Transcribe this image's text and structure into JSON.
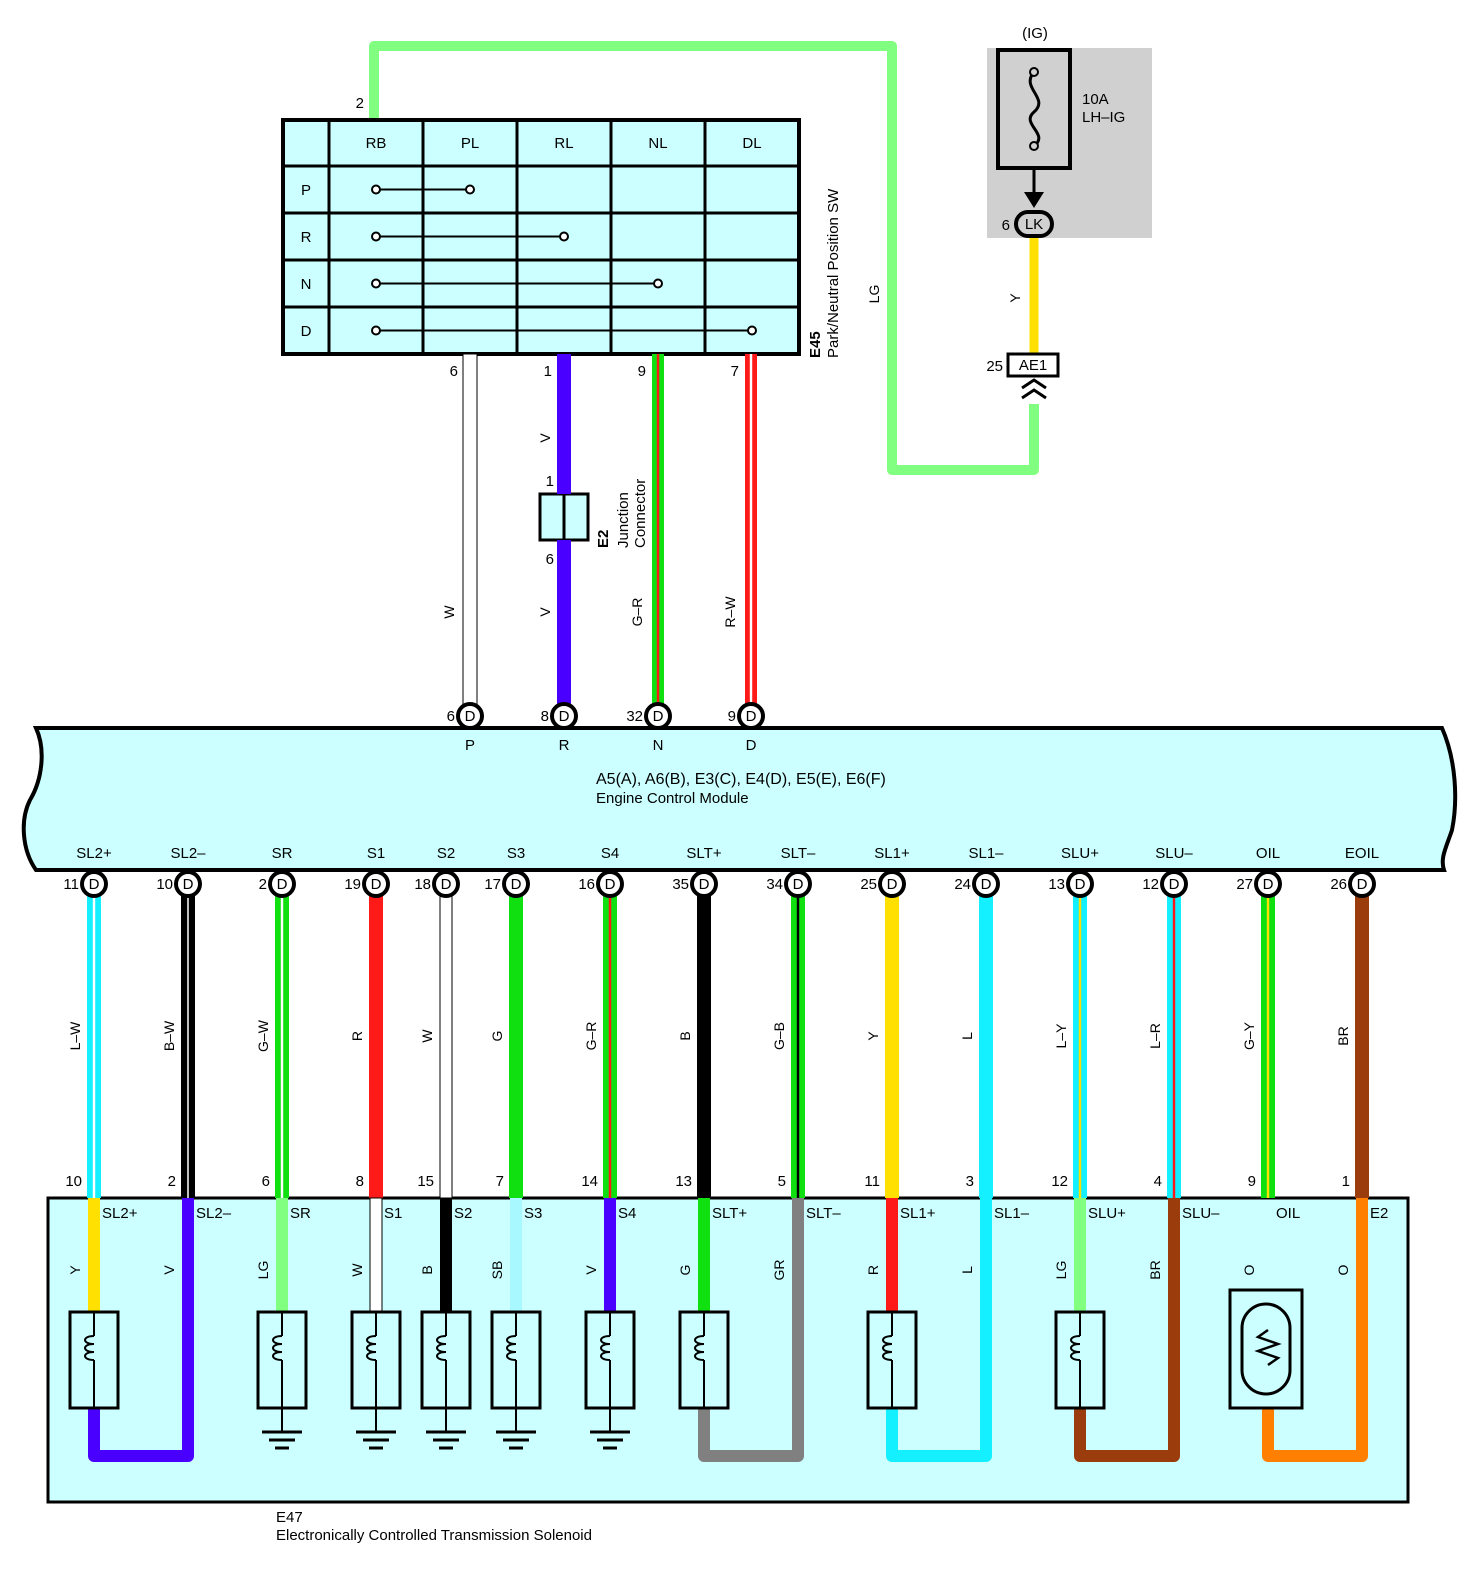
{
  "colors": {
    "LG": "#80ff80",
    "Y": "#ffe000",
    "V": "#4a00ff",
    "W": "#ffffff",
    "R": "#ff1a1a",
    "G": "#10e010",
    "B": "#000000",
    "L": "#14f0ff",
    "BR": "#9a3c0c",
    "O": "#ff8000",
    "SB": "#a8f8ff",
    "GR": "#808080",
    "panel": "#ccffff",
    "fuse_box": "#d0d0d0"
  },
  "fuse": {
    "power": "(IG)",
    "rating": "10A",
    "name": "LH–IG",
    "connector": "LK",
    "pin": "6",
    "wire": "Y",
    "junction": "AE1",
    "junction_pin": "25"
  },
  "lg_wire": {
    "label": "LG",
    "sw_pin": "2"
  },
  "pn_switch": {
    "id": "E45",
    "name": "Park/Neutral Position SW",
    "columns": [
      "RB",
      "PL",
      "RL",
      "NL",
      "DL"
    ],
    "rows": [
      "P",
      "R",
      "N",
      "D"
    ],
    "connections": [
      {
        "row": "P",
        "to": 1
      },
      {
        "row": "R",
        "to": 2
      },
      {
        "row": "N",
        "to": 3
      },
      {
        "row": "D",
        "to": 4
      }
    ],
    "outputs": [
      {
        "pin": "6",
        "wire": "W",
        "color": "W",
        "stripe": null,
        "ecm_pin": "6",
        "ecm_term": "P"
      },
      {
        "pin": "1",
        "wire": "V",
        "color": "V",
        "stripe": null,
        "ecm_pin": "8",
        "ecm_term": "R"
      },
      {
        "pin": "9",
        "wire": "G–R",
        "color": "G",
        "stripe": "R",
        "ecm_pin": "32",
        "ecm_term": "N"
      },
      {
        "pin": "7",
        "wire": "R–W",
        "color": "R",
        "stripe": "W",
        "ecm_pin": "9",
        "ecm_term": "D"
      }
    ]
  },
  "junction_connector": {
    "id": "E2",
    "name": "Junction\nConnector",
    "pin_top": "1",
    "pin_bottom": "6",
    "wire_bottom": "V"
  },
  "ecm": {
    "connectors": "A5(A), A6(B), E3(C), E4(D), E5(E), E6(F)",
    "name": "Engine Control Module",
    "connector_glyph": "D"
  },
  "solenoid_wires": [
    {
      "term": "SL2+",
      "ecm_pin": "11",
      "wire": "L–W",
      "color": "L",
      "stripe": "W",
      "sol_pin": "10",
      "sol_term": "SL2+",
      "sol_wire": "Y",
      "sol_color": "Y"
    },
    {
      "term": "SL2–",
      "ecm_pin": "10",
      "wire": "B–W",
      "color": "B",
      "stripe": "W",
      "sol_pin": "2",
      "sol_term": "SL2–",
      "sol_wire": "V",
      "sol_color": "V"
    },
    {
      "term": "SR",
      "ecm_pin": "2",
      "wire": "G–W",
      "color": "G",
      "stripe": "W",
      "sol_pin": "6",
      "sol_term": "SR",
      "sol_wire": "LG",
      "sol_color": "LG"
    },
    {
      "term": "S1",
      "ecm_pin": "19",
      "wire": "R",
      "color": "R",
      "stripe": null,
      "sol_pin": "8",
      "sol_term": "S1",
      "sol_wire": "W",
      "sol_color": "W"
    },
    {
      "term": "S2",
      "ecm_pin": "18",
      "wire": "W",
      "color": "W",
      "stripe": null,
      "sol_pin": "15",
      "sol_term": "S2",
      "sol_wire": "B",
      "sol_color": "B"
    },
    {
      "term": "S3",
      "ecm_pin": "17",
      "wire": "G",
      "color": "G",
      "stripe": null,
      "sol_pin": "7",
      "sol_term": "S3",
      "sol_wire": "SB",
      "sol_color": "SB"
    },
    {
      "term": "S4",
      "ecm_pin": "16",
      "wire": "G–R",
      "color": "G",
      "stripe": "R",
      "sol_pin": "14",
      "sol_term": "S4",
      "sol_wire": "V",
      "sol_color": "V"
    },
    {
      "term": "SLT+",
      "ecm_pin": "35",
      "wire": "B",
      "color": "B",
      "stripe": null,
      "sol_pin": "13",
      "sol_term": "SLT+",
      "sol_wire": "G",
      "sol_color": "G"
    },
    {
      "term": "SLT–",
      "ecm_pin": "34",
      "wire": "G–B",
      "color": "G",
      "stripe": "B",
      "sol_pin": "5",
      "sol_term": "SLT–",
      "sol_wire": "GR",
      "sol_color": "GR"
    },
    {
      "term": "SL1+",
      "ecm_pin": "25",
      "wire": "Y",
      "color": "Y",
      "stripe": null,
      "sol_pin": "11",
      "sol_term": "SL1+",
      "sol_wire": "R",
      "sol_color": "R"
    },
    {
      "term": "SL1–",
      "ecm_pin": "24",
      "wire": "L",
      "color": "L",
      "stripe": null,
      "sol_pin": "3",
      "sol_term": "SL1–",
      "sol_wire": "L",
      "sol_color": "L"
    },
    {
      "term": "SLU+",
      "ecm_pin": "13",
      "wire": "L–Y",
      "color": "L",
      "stripe": "Y",
      "sol_pin": "12",
      "sol_term": "SLU+",
      "sol_wire": "LG",
      "sol_color": "LG"
    },
    {
      "term": "SLU–",
      "ecm_pin": "12",
      "wire": "L–R",
      "color": "L",
      "stripe": "R",
      "sol_pin": "4",
      "sol_term": "SLU–",
      "sol_wire": "BR",
      "sol_color": "BR"
    },
    {
      "term": "OIL",
      "ecm_pin": "27",
      "wire": "G–Y",
      "color": "G",
      "stripe": "Y",
      "sol_pin": "9",
      "sol_term": "OIL",
      "sol_wire": "O",
      "sol_color": "O"
    },
    {
      "term": "EOIL",
      "ecm_pin": "26",
      "wire": "BR",
      "color": "BR",
      "stripe": null,
      "sol_pin": "1",
      "sol_term": "E2",
      "sol_wire": "O",
      "sol_color": "O"
    }
  ],
  "solenoid_block": {
    "id": "E47",
    "name": "Electronically Controlled Transmission Solenoid"
  }
}
